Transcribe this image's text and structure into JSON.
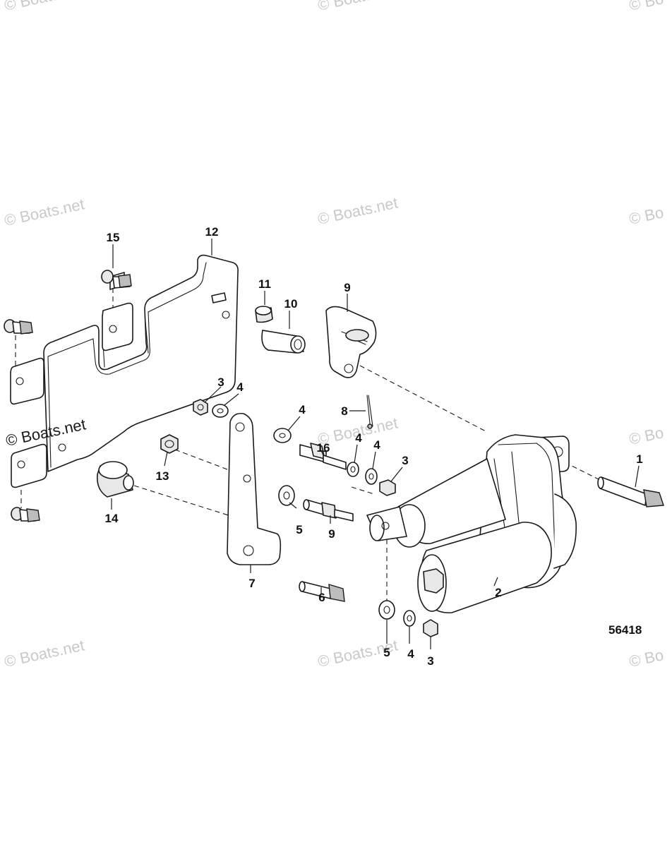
{
  "diagram": {
    "figure_number": "56418",
    "callouts": [
      "1",
      "2",
      "3",
      "4",
      "5",
      "6",
      "7",
      "8",
      "9",
      "10",
      "11",
      "12",
      "13",
      "14",
      "15",
      "16"
    ]
  },
  "watermark": {
    "text": "© Boats.net",
    "text_partial": "© Bo"
  }
}
